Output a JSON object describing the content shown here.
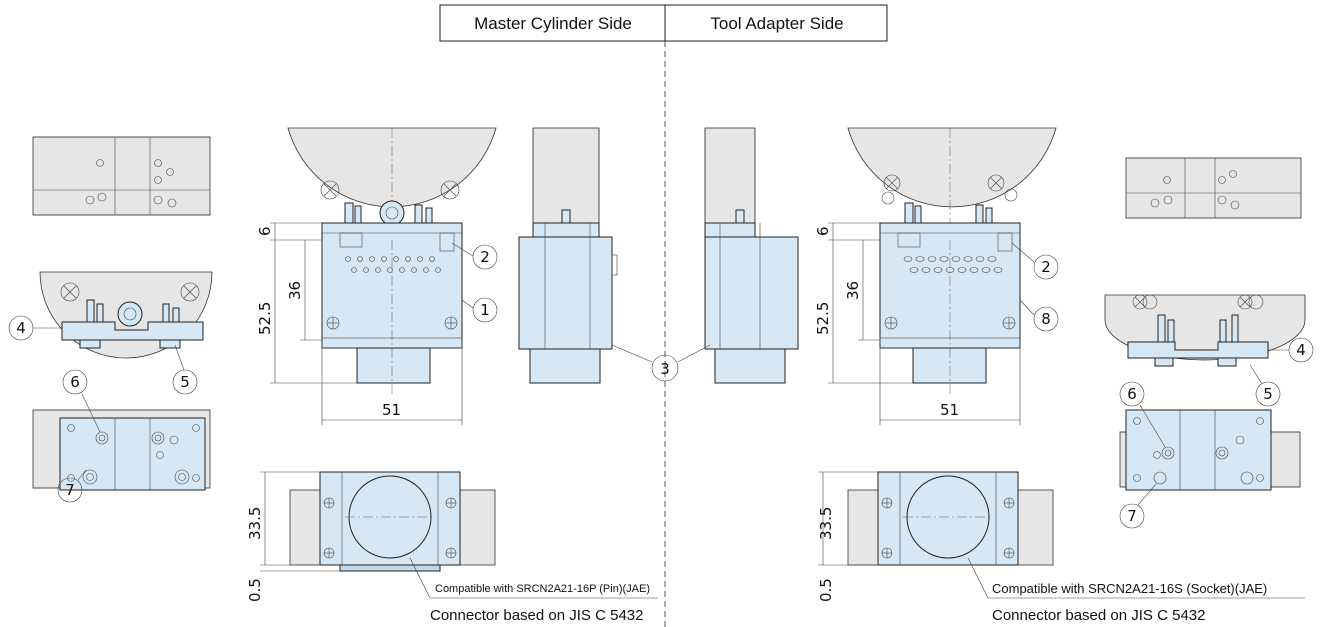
{
  "header": {
    "left_label": "Master Cylinder Side",
    "right_label": "Tool Adapter Side"
  },
  "dimensions": {
    "top_offset": "6",
    "inner_height": "36",
    "total_height": "52.5",
    "width": "51",
    "bottom_height": "33.5",
    "pin_offset": "0.5"
  },
  "balloons": [
    "1",
    "2",
    "3",
    "4",
    "5",
    "6",
    "7",
    "8"
  ],
  "notes": {
    "master_compat": "Compatible with SRCN2A21-16P (Pin)(JAE)",
    "master_connector": "Connector based on JIS C 5432",
    "tool_compat": "Compatible with SRCN2A21-16S (Socket)(JAE)",
    "tool_connector": "Connector based on JIS C 5432"
  },
  "colors": {
    "part_fill": "#d6e8f5",
    "mount_fill": "#e6e6e6",
    "line": "#222222"
  }
}
